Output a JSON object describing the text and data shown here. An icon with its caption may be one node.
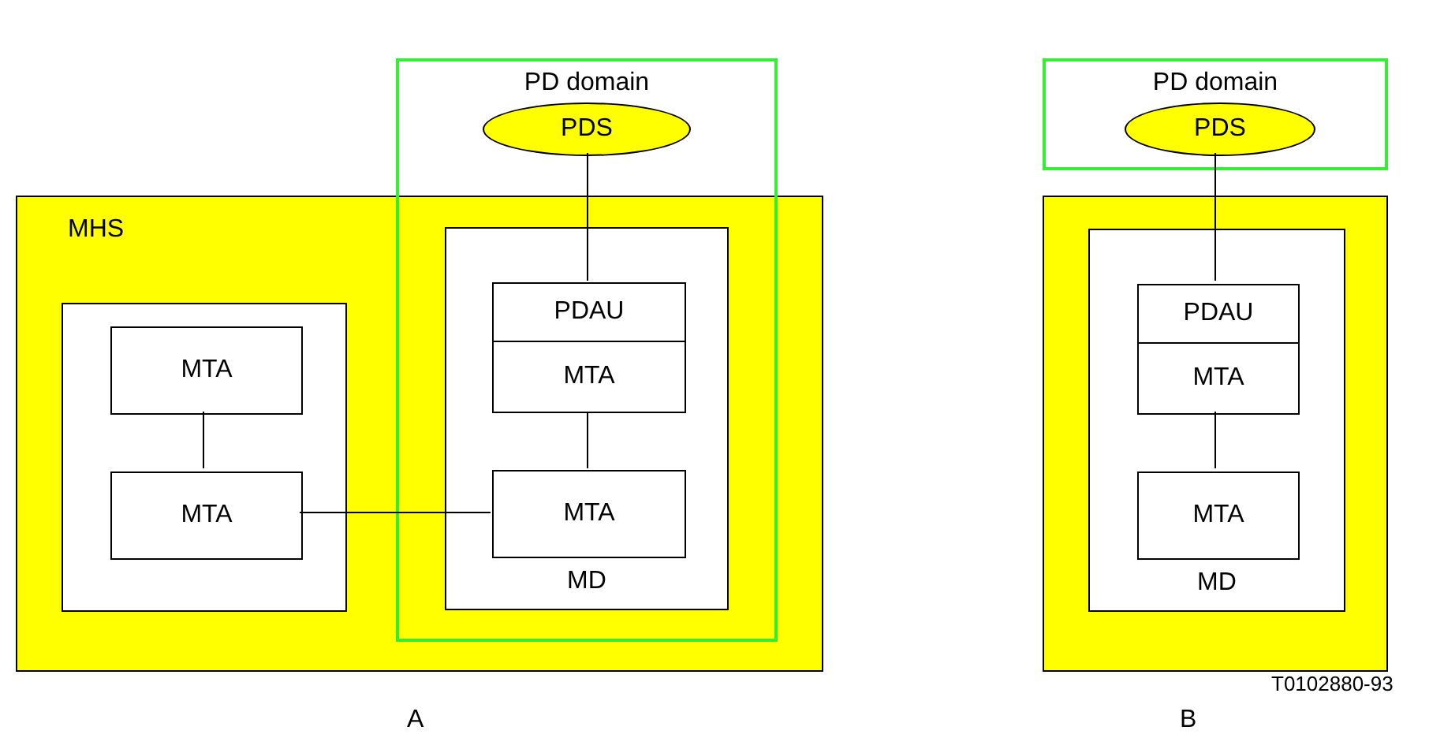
{
  "diagram": {
    "nodes": [
      {
        "text": [
          "PD domain"
        ]
      },
      {
        "text": [
          "PDS"
        ],
        "in": 0
      },
      {
        "text": [
          "MHS"
        ]
      },
      {
        "text": [],
        "shape": "box",
        "in": 2
      },
      {
        "text": [
          "MTA"
        ],
        "in": 3
      },
      {
        "text": [
          "MTA"
        ],
        "in": 3
      },
      {
        "text": [
          "MD"
        ]
      },
      {
        "text": [
          "PDAU"
        ],
        "in": 6
      },
      {
        "text": [
          "MTA"
        ],
        "in": 6
      },
      {
        "text": [
          "MTA"
        ],
        "in": 6
      },
      {
        "text": [
          "PD domain"
        ]
      },
      {
        "text": [
          "PDS"
        ],
        "in": 10
      },
      {
        "text": [],
        "shape": "box"
      },
      {
        "text": [
          "MD"
        ],
        "in": 12
      },
      {
        "text": [
          "PDAU"
        ],
        "in": 13
      },
      {
        "text": [
          "MTA"
        ],
        "in": 13
      },
      {
        "text": [
          "MTA"
        ],
        "in": 13
      }
    ],
    "edges": [
      {
        "from": 1,
        "to": 7,
        "arrow": "none"
      },
      {
        "from": 4,
        "to": 5,
        "arrow": "none"
      },
      {
        "from": 5,
        "to": 9,
        "arrow": "none"
      },
      {
        "from": 8,
        "to": 9,
        "arrow": "none"
      },
      {
        "from": 11,
        "to": 14,
        "arrow": "none"
      },
      {
        "from": 15,
        "to": 16,
        "arrow": "none"
      }
    ],
    "labels": [
      "T0102880-93",
      "A",
      "B"
    ]
  }
}
